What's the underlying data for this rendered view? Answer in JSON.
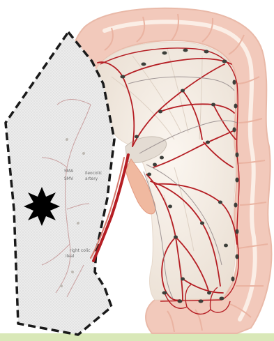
{
  "diagram": {
    "subject": "colon-vascular-anatomy",
    "colors": {
      "colon_outer": "#f2c9bb",
      "colon_inner": "#fbeee6",
      "colon_fold": "#eab3a1",
      "mesentery": "#f3ebe2",
      "artery": "#b51e24",
      "artery_light": "#d47a6e",
      "vein": "#9f9595",
      "lymph_node": "#3c3f3a",
      "boundary": "#1a1a1a",
      "tumor": "#000000",
      "resection_fill": "#e9e9e9",
      "bottom_band": "#d9e8b8"
    },
    "small_labels": [
      "ileocolic",
      "artery",
      "SMA",
      "SMV",
      "right colic",
      "ileal"
    ]
  }
}
